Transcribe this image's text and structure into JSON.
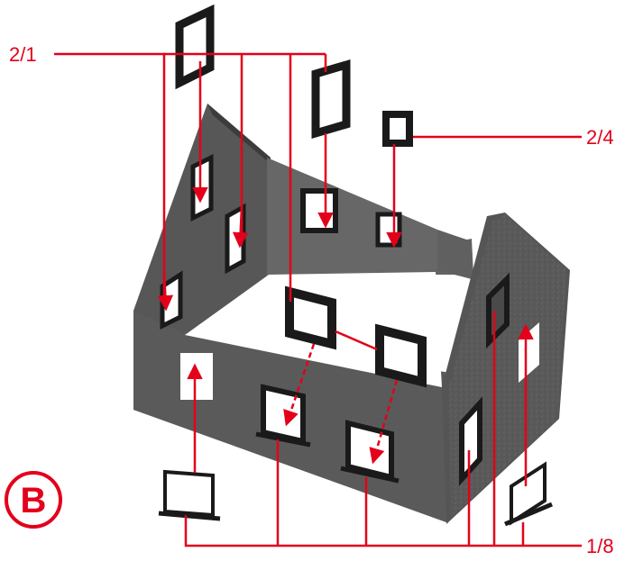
{
  "labels": {
    "top_left": "2/1",
    "top_right": "2/4",
    "bottom_right": "1/8",
    "badge": "B"
  },
  "colors": {
    "accent": "#e3001b",
    "wall_dark": "#4a4a4a",
    "wall_mid": "#5d5d5d",
    "wall_light": "#707070",
    "frame": "#1a1a1a",
    "background": "#ffffff"
  },
  "icons": {
    "badge": "circled-letter-icon"
  }
}
